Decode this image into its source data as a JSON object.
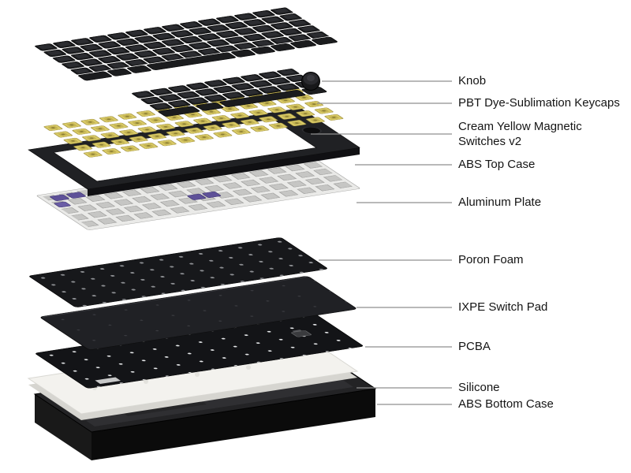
{
  "diagram": {
    "parts": [
      {
        "label": "Knob"
      },
      {
        "label": "PBT Dye-Sublimation Keycaps"
      },
      {
        "label": "Cream Yellow Magnetic Switches v2"
      },
      {
        "label": "ABS Top Case"
      },
      {
        "label": "Aluminum Plate"
      },
      {
        "label": "Poron Foam"
      },
      {
        "label": "IXPE Switch Pad"
      },
      {
        "label": "PCBA"
      },
      {
        "label": "Silicone"
      },
      {
        "label": "ABS Bottom Case"
      }
    ],
    "colors": {
      "background": "#ffffff",
      "part_black": "#1c1d1f",
      "switch_yellow": "#d9ca66",
      "stabilizer_purple": "#5e5198",
      "plate_silver": "#eaeae8",
      "silicone_white": "#f3f2ee",
      "leader_line": "#8f8f8f",
      "label_text": "#141414"
    }
  }
}
